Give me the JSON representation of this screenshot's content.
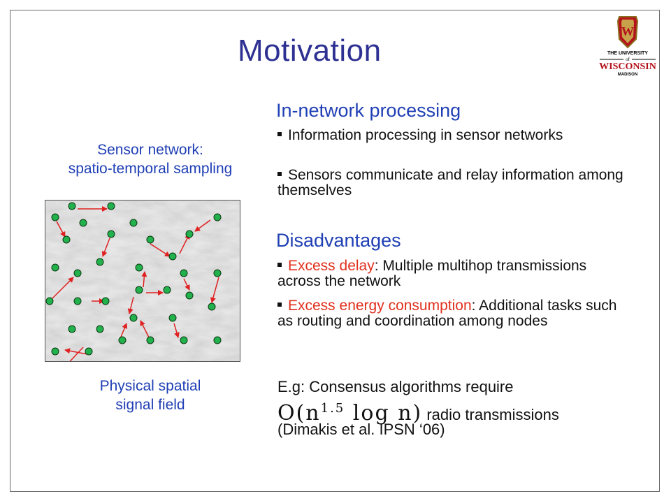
{
  "title": "Motivation",
  "logo": {
    "crest_letter": "W",
    "line1": "THE UNIVERSITY",
    "line2": "WISCONSIN",
    "line3": "MADISON",
    "of": "of"
  },
  "captions": {
    "top_line1": "Sensor network:",
    "top_line2": "spatio-temporal sampling",
    "bottom_line1": "Physical spatial",
    "bottom_line2": "signal field"
  },
  "section1": {
    "heading": "In-network processing",
    "bullets": [
      {
        "text": "Information processing in sensor networks"
      },
      {
        "text": "Sensors communicate and relay information among themselves"
      }
    ]
  },
  "section2": {
    "heading": "Disadvantages",
    "bullets": [
      {
        "highlight": "Excess delay",
        "text": ": Multiple multihop transmissions across the network"
      },
      {
        "highlight": "Excess energy consumption",
        "text": ": Additional tasks such as routing and coordination among nodes"
      }
    ]
  },
  "example": {
    "line1": "E.g: Consensus algorithms require",
    "math_base": "O(n",
    "math_exp": "1.5",
    "math_tail": " log n)",
    "line2_tail": "radio transmissions",
    "line3": "(Dimakis et al. IPSN ‘06)"
  },
  "colors": {
    "title": "#2e3192",
    "heading": "#1f3fb4",
    "highlight": "#e0301e",
    "node": "#22b14c",
    "arrow": "#e02020"
  }
}
